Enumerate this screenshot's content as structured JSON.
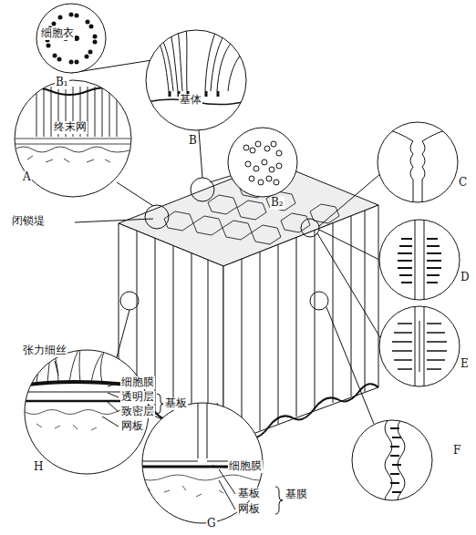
{
  "diagram": {
    "labels": [
      "细胞衣",
      "终末网",
      "A",
      "B₁",
      "B",
      "基体",
      "B₂",
      "C",
      "D",
      "E",
      "F",
      "闭锁堤",
      "张力细丝",
      "细胞膜",
      "透明层",
      "致密层",
      "基板",
      "网板",
      "H",
      "细胞膜",
      "基板",
      "网板",
      "基膜",
      "G"
    ]
  }
}
